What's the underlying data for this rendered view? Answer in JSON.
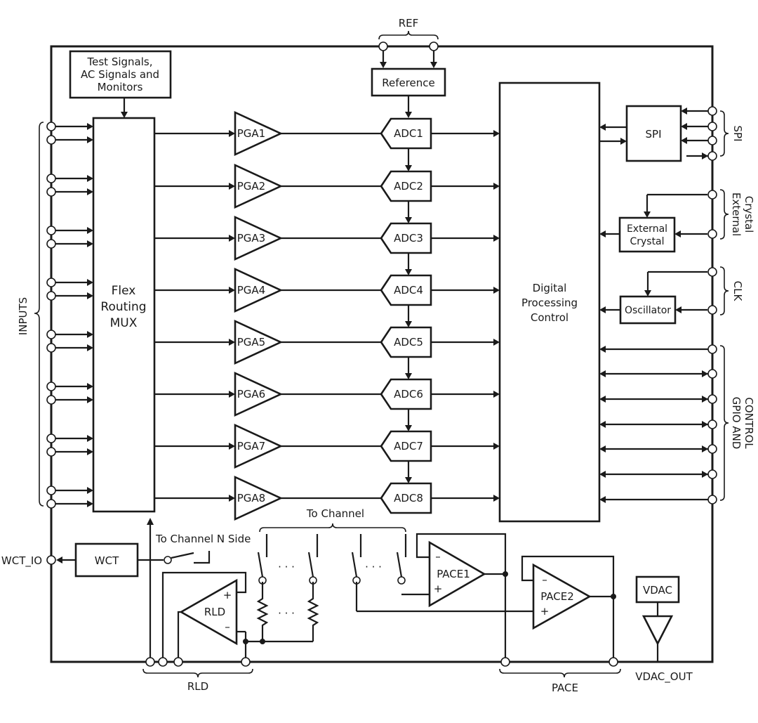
{
  "pins": {
    "ref": "REF",
    "spi": "SPI",
    "external_crystal": [
      "External",
      "Crystal"
    ],
    "clk": "CLK",
    "gpio": [
      "GPIO AND",
      "CONTROL"
    ],
    "inputs": "INPUTS",
    "wct_io": "WCT_IO",
    "rld": "RLD",
    "pace": "PACE",
    "vdac_out": "VDAC_OUT"
  },
  "blocks": {
    "test_signals": [
      "Test Signals,",
      "AC Signals and",
      "Monitors"
    ],
    "reference": "Reference",
    "mux": [
      "Flex",
      "Routing",
      "MUX"
    ],
    "digital": [
      "Digital",
      "Processing",
      "Control"
    ],
    "spi": "SPI",
    "crystal": [
      "External",
      "Crystal"
    ],
    "oscillator": "Oscillator",
    "wct": "WCT",
    "vdac": "VDAC",
    "rld_amp": "RLD",
    "pace1": "PACE1",
    "pace2": "PACE2"
  },
  "pgas": [
    "PGA1",
    "PGA2",
    "PGA3",
    "PGA4",
    "PGA5",
    "PGA6",
    "PGA7",
    "PGA8"
  ],
  "adcs": [
    "ADC1",
    "ADC2",
    "ADC3",
    "ADC4",
    "ADC5",
    "ADC6",
    "ADC7",
    "ADC8"
  ],
  "labels": {
    "to_channel": "To Channel",
    "to_channel_n": "To Channel N Side",
    "dots": "· · ·",
    "minus": "–",
    "plus": "+"
  }
}
